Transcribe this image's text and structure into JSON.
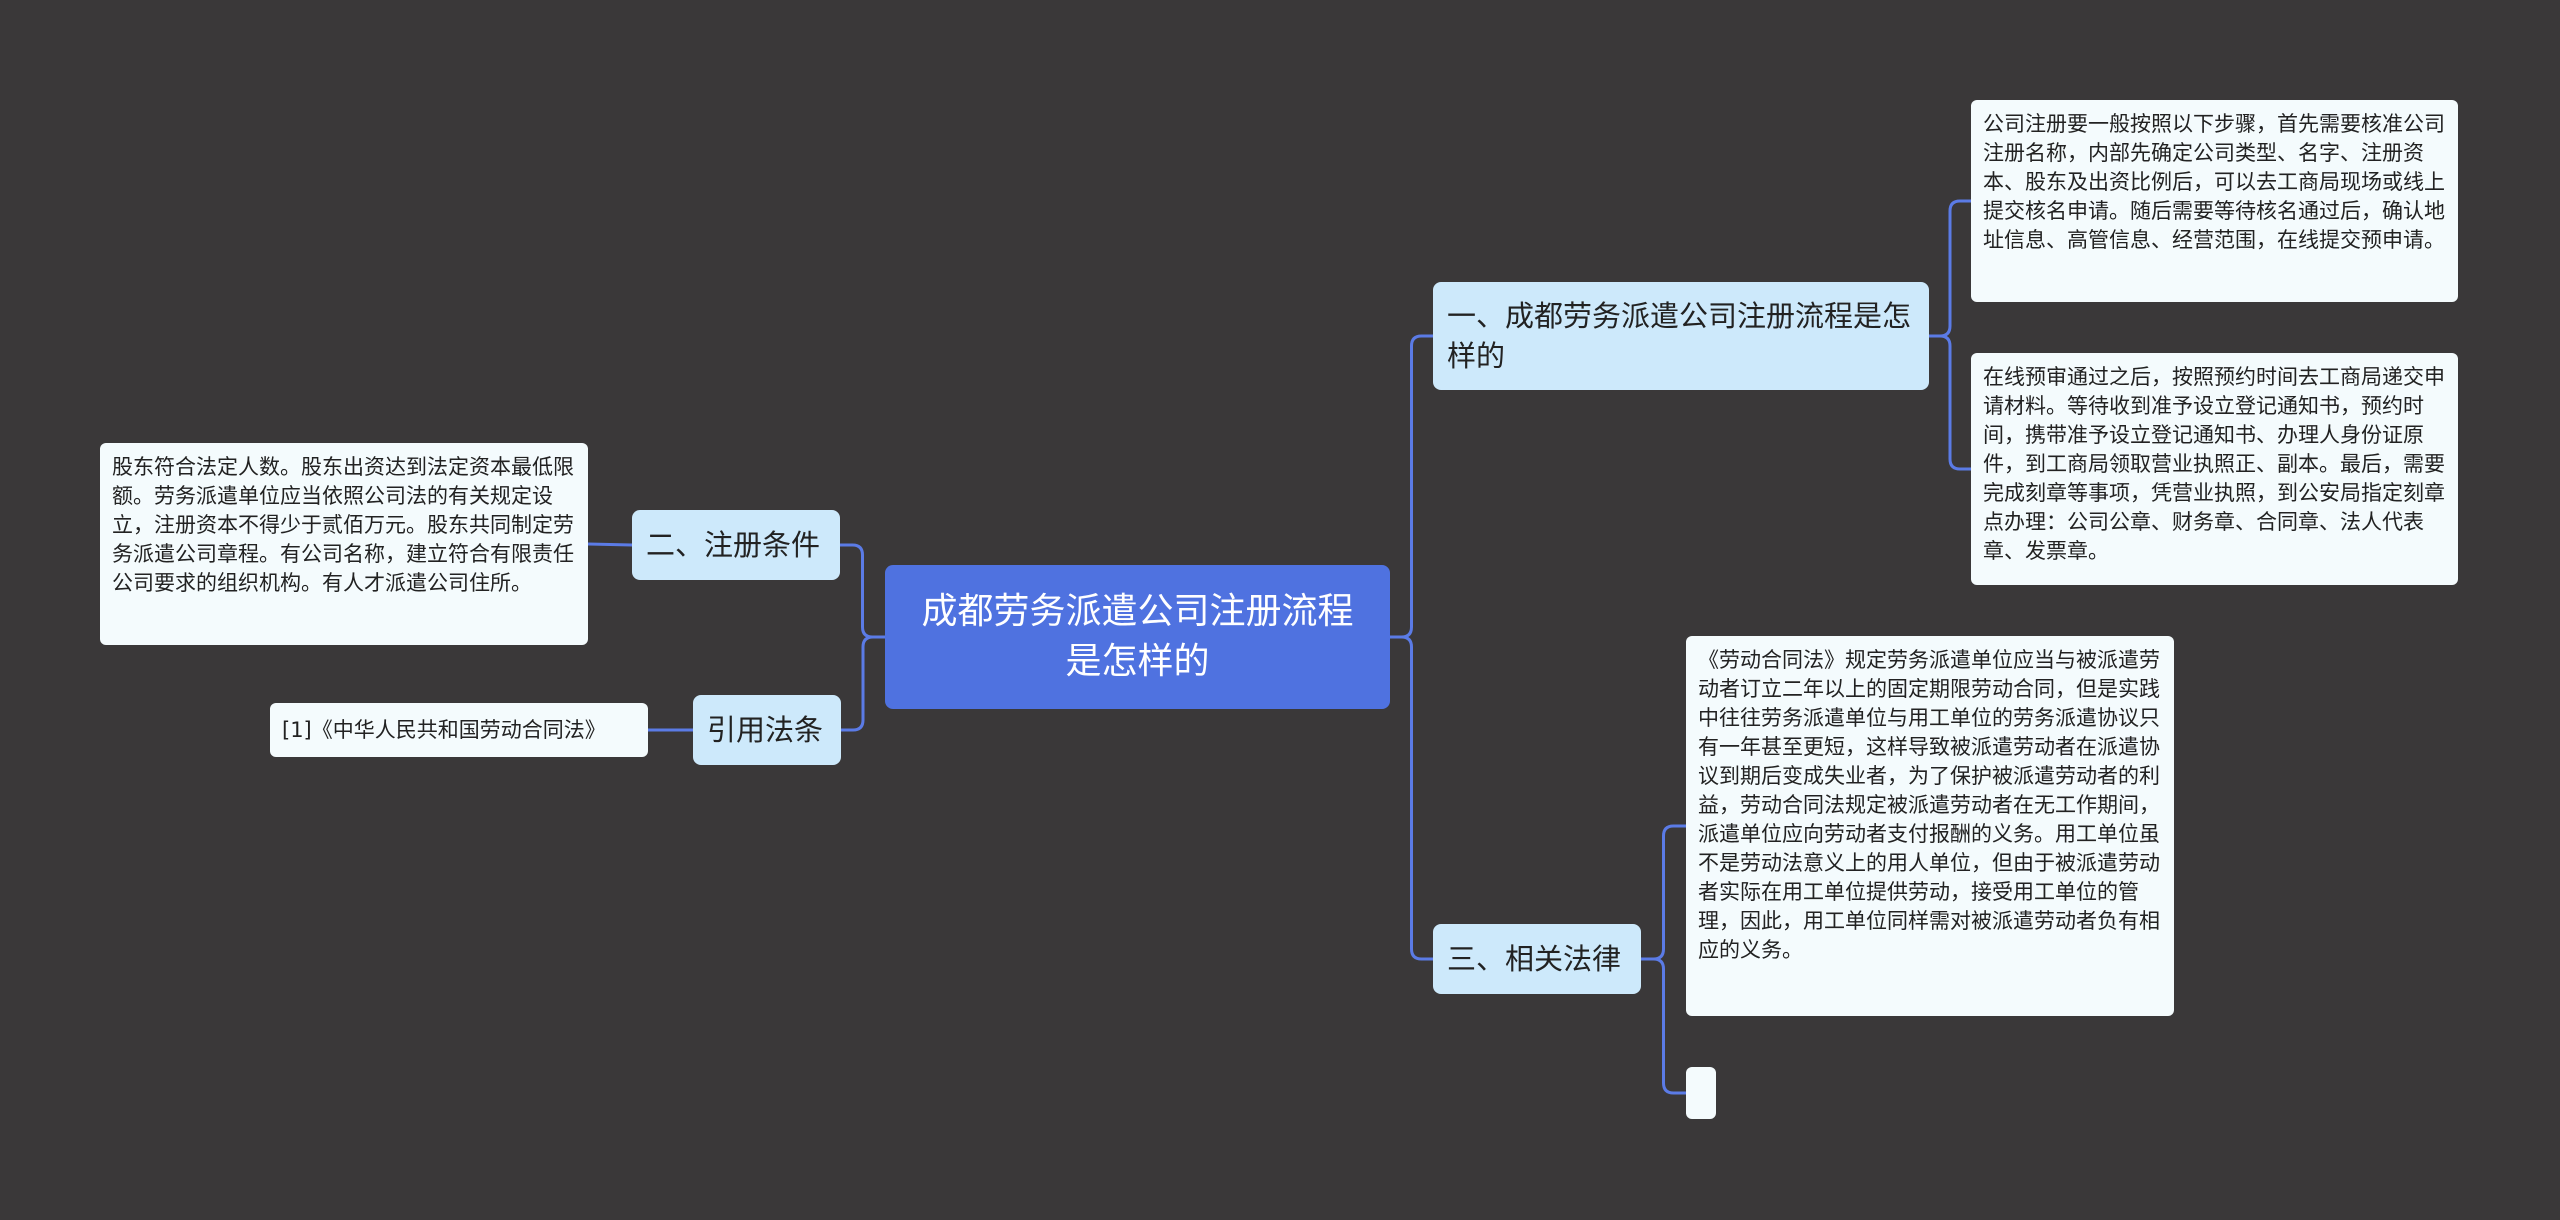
{
  "colors": {
    "background": "#3a3839",
    "root_fill": "#4f72e0",
    "branch_fill": "#cde9fb",
    "leaf_fill": "#f4fbfd",
    "connector": "#5b7be6"
  },
  "root": {
    "label": "成都劳务派遣公司注册流程是怎样的"
  },
  "branches": [
    {
      "label": "一、成都劳务派遣公司注册流程是怎样的",
      "leaves": [
        "公司注册要一般按照以下步骤，首先需要核准公司注册名称，内部先确定公司类型、名字、注册资本、股东及出资比例后，可以去工商局现场或线上提交核名申请。随后需要等待核名通过后，确认地址信息、高管信息、经营范围，在线提交预申请。",
        "在线预审通过之后，按照预约时间去工商局递交申请材料。等待收到准予设立登记通知书，预约时间，携带准予设立登记通知书、办理人身份证原件，到工商局领取营业执照正、副本。最后，需要完成刻章等事项，凭营业执照，到公安局指定刻章点办理：公司公章、财务章、合同章、法人代表章、发票章。"
      ]
    },
    {
      "label": "二、注册条件",
      "leaves": [
        "股东符合法定人数。股东出资达到法定资本最低限额。劳务派遣单位应当依照公司法的有关规定设立，注册资本不得少于贰佰万元。股东共同制定劳务派遣公司章程。有公司名称，建立符合有限责任公司要求的组织机构。有人才派遣公司住所。"
      ]
    },
    {
      "label": "引用法条",
      "leaves": [
        "[1]《中华人民共和国劳动合同法》"
      ]
    },
    {
      "label": "三、相关法律",
      "leaves": [
        "《劳动合同法》规定劳务派遣单位应当与被派遣劳动者订立二年以上的固定期限劳动合同，但是实践中往往劳务派遣单位与用工单位的劳务派遣协议只有一年甚至更短，这样导致被派遣劳动者在派遣协议到期后变成失业者，为了保护被派遣劳动者的利益，劳动合同法规定被派遣劳动者在无工作期间，派遣单位应向劳动者支付报酬的义务。用工单位虽不是劳动法意义上的用人单位，但由于被派遣劳动者实际在用工单位提供劳动，接受用工单位的管理，因此，用工单位同样需对被派遣劳动者负有相应的义务。",
        ""
      ]
    }
  ]
}
